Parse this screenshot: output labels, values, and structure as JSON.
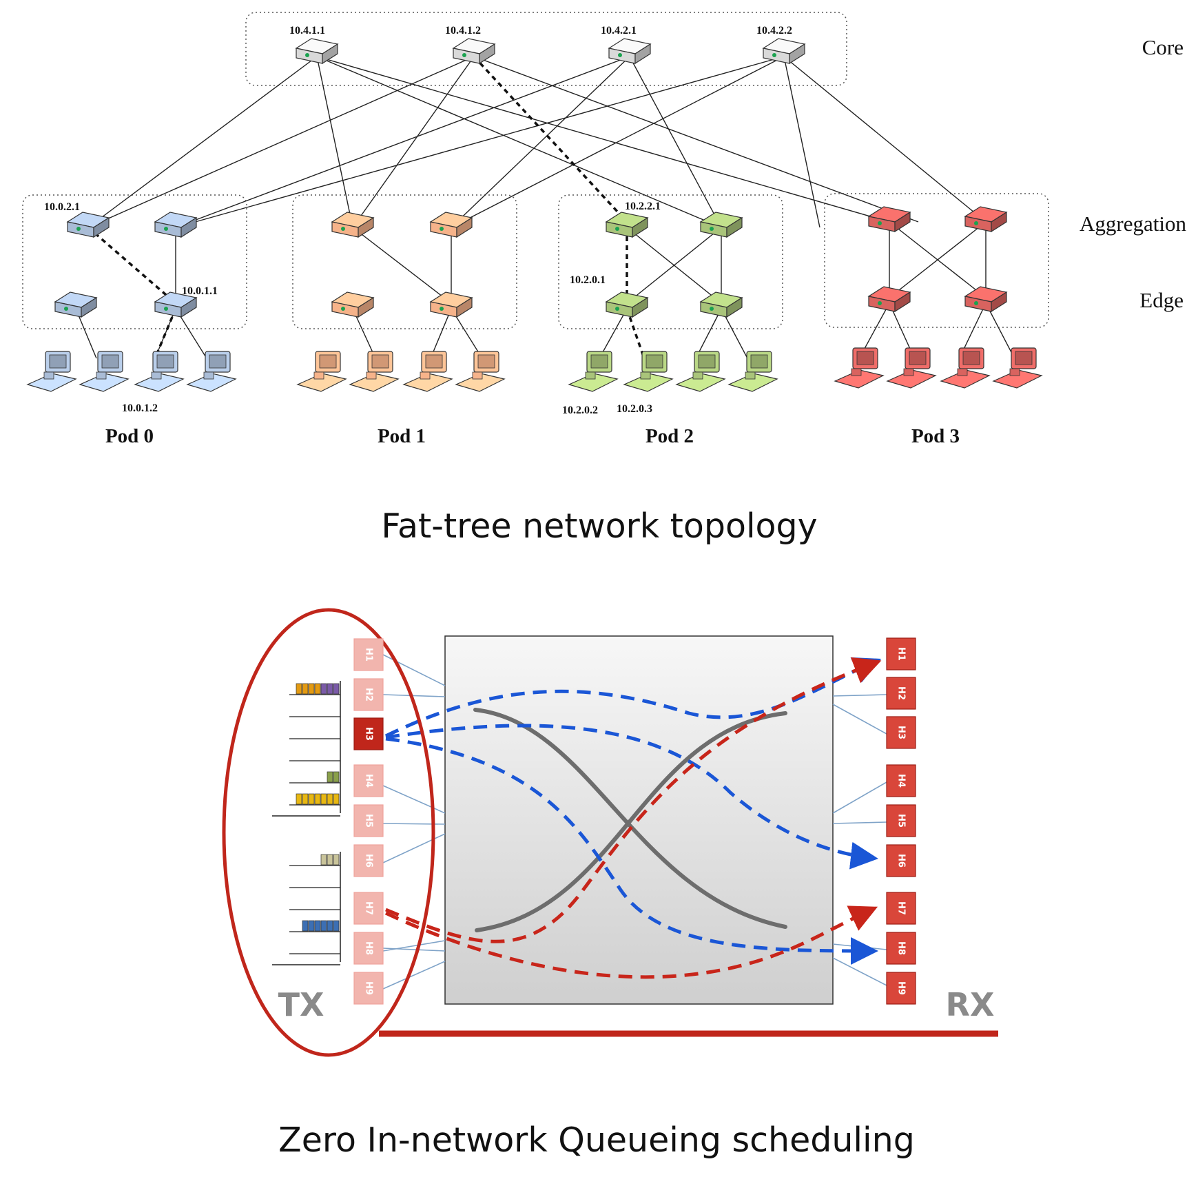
{
  "top": {
    "caption": "Fat-tree network topology",
    "layers": {
      "core": "Core",
      "aggregation": "Aggregation",
      "edge": "Edge"
    },
    "pods": [
      "Pod 0",
      "Pod 1",
      "Pod 2",
      "Pod 3"
    ],
    "addresses": {
      "core1": "10.4.1.1",
      "core2": "10.4.1.2",
      "core3": "10.4.2.1",
      "core4": "10.4.2.2",
      "pod0_agg": "10.0.2.1",
      "pod0_edge": "10.0.1.1",
      "pod0_host": "10.0.1.2",
      "pod2_agg": "10.2.2.1",
      "pod2_edge": "10.2.0.1",
      "pod2_host_a": "10.2.0.2",
      "pod2_host_b": "10.2.0.3"
    },
    "pod_colors": [
      "#a9bcd6",
      "#f6b38a",
      "#a9c47a",
      "#d9635f"
    ],
    "path_colors": [
      "#e8141a",
      "#1aa24f",
      "#f7b500",
      "#1428e0"
    ]
  },
  "bottom": {
    "caption": "Zero In-network Queueing scheduling",
    "tx_label": "TX",
    "rx_label": "RX",
    "tx_hosts": [
      "H1",
      "H2",
      "H3",
      "H4",
      "H5",
      "H6",
      "H7",
      "H8",
      "H9"
    ],
    "rx_hosts": [
      "H1",
      "H2",
      "H3",
      "H4",
      "H5",
      "H6",
      "H7",
      "H8",
      "H9"
    ],
    "accent_red": "#c0261b",
    "flow_blue": "#1a56d6",
    "flow_red": "#c8251a"
  }
}
